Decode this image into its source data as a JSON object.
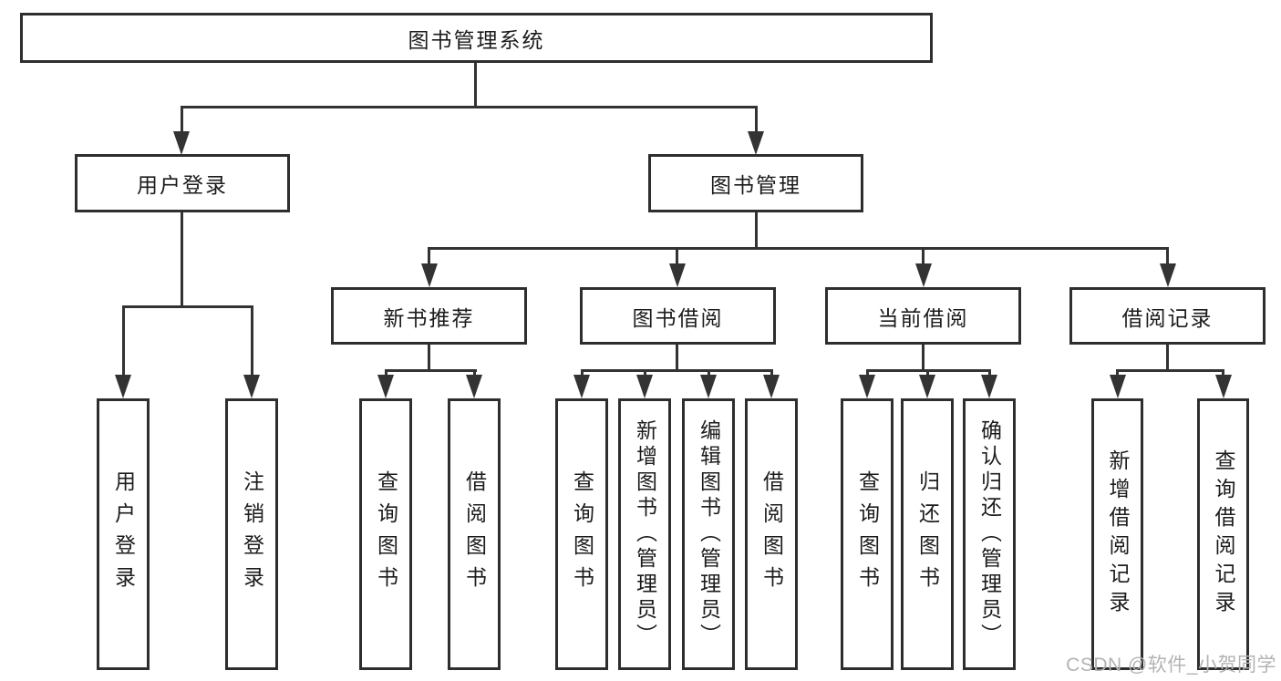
{
  "diagram": {
    "root": {
      "label": "图书管理系统"
    },
    "branches": {
      "user_login": {
        "label": "用户登录",
        "children": [
          {
            "label": "用户登录"
          },
          {
            "label": "注销登录"
          }
        ]
      },
      "book_mgmt": {
        "label": "图书管理",
        "children": [
          {
            "label": "新书推荐",
            "children": [
              {
                "label": "查询图书"
              },
              {
                "label": "借阅图书"
              }
            ]
          },
          {
            "label": "图书借阅",
            "children": [
              {
                "label": "查询图书"
              },
              {
                "label": "新增图书（管理员）"
              },
              {
                "label": "编辑图书（管理员）"
              },
              {
                "label": "借阅图书"
              }
            ]
          },
          {
            "label": "当前借阅",
            "children": [
              {
                "label": "查询图书"
              },
              {
                "label": "归还图书"
              },
              {
                "label": "确认归还（管理员）"
              }
            ]
          },
          {
            "label": "借阅记录",
            "children": [
              {
                "label": "新增借阅记录"
              },
              {
                "label": "查询借阅记录"
              }
            ]
          }
        ]
      }
    }
  },
  "watermark": {
    "text": "CSDN @软件_小贺同学",
    "color": "#b3b3b3"
  },
  "colors": {
    "line": "#333333",
    "box_border": "#2e2e2e",
    "text": "#1c1c1c",
    "background": "#ffffff"
  }
}
